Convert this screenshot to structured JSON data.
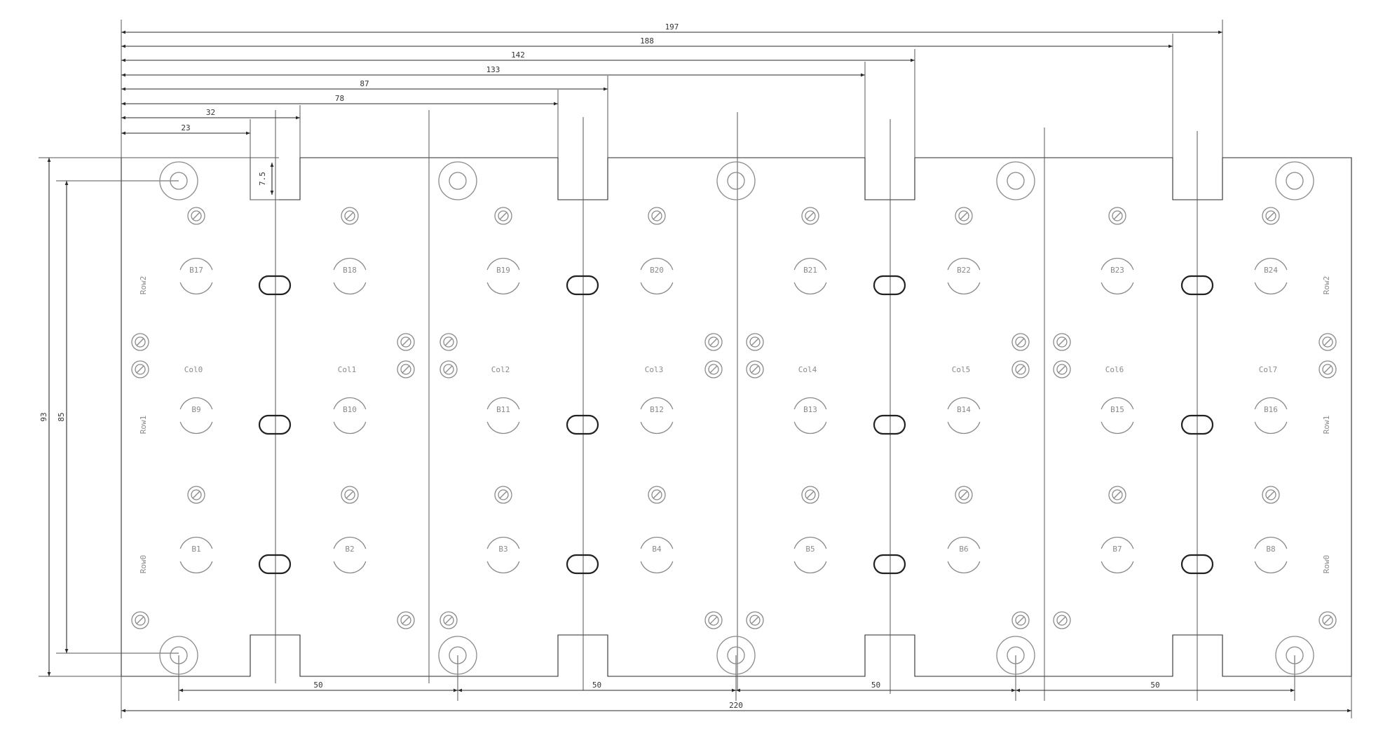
{
  "drawing": {
    "kind": "keyboard mounting plate technical drawing",
    "line_color": "#2a2a2a",
    "label_color": "#8a8a8a",
    "top_dimensions": [
      "23",
      "32",
      "78",
      "87",
      "133",
      "142",
      "188",
      "197"
    ],
    "bottom_spacing": "50",
    "overall_width": "220",
    "height_outer": "93",
    "height_inner": "85",
    "notch_depth": "7.5",
    "rows": [
      {
        "label": "Row2",
        "keys": [
          "B17",
          "B18",
          "B19",
          "B20",
          "B21",
          "B22",
          "B23",
          "B24"
        ]
      },
      {
        "label": "Row1",
        "keys": [
          "B9",
          "B10",
          "B11",
          "B12",
          "B13",
          "B14",
          "B15",
          "B16"
        ]
      },
      {
        "label": "Row0",
        "keys": [
          "B1",
          "B2",
          "B3",
          "B4",
          "B5",
          "B6",
          "B7",
          "B8"
        ]
      }
    ],
    "columns": [
      "Col0",
      "Col1",
      "Col2",
      "Col3",
      "Col4",
      "Col5",
      "Col6",
      "Col7"
    ]
  }
}
